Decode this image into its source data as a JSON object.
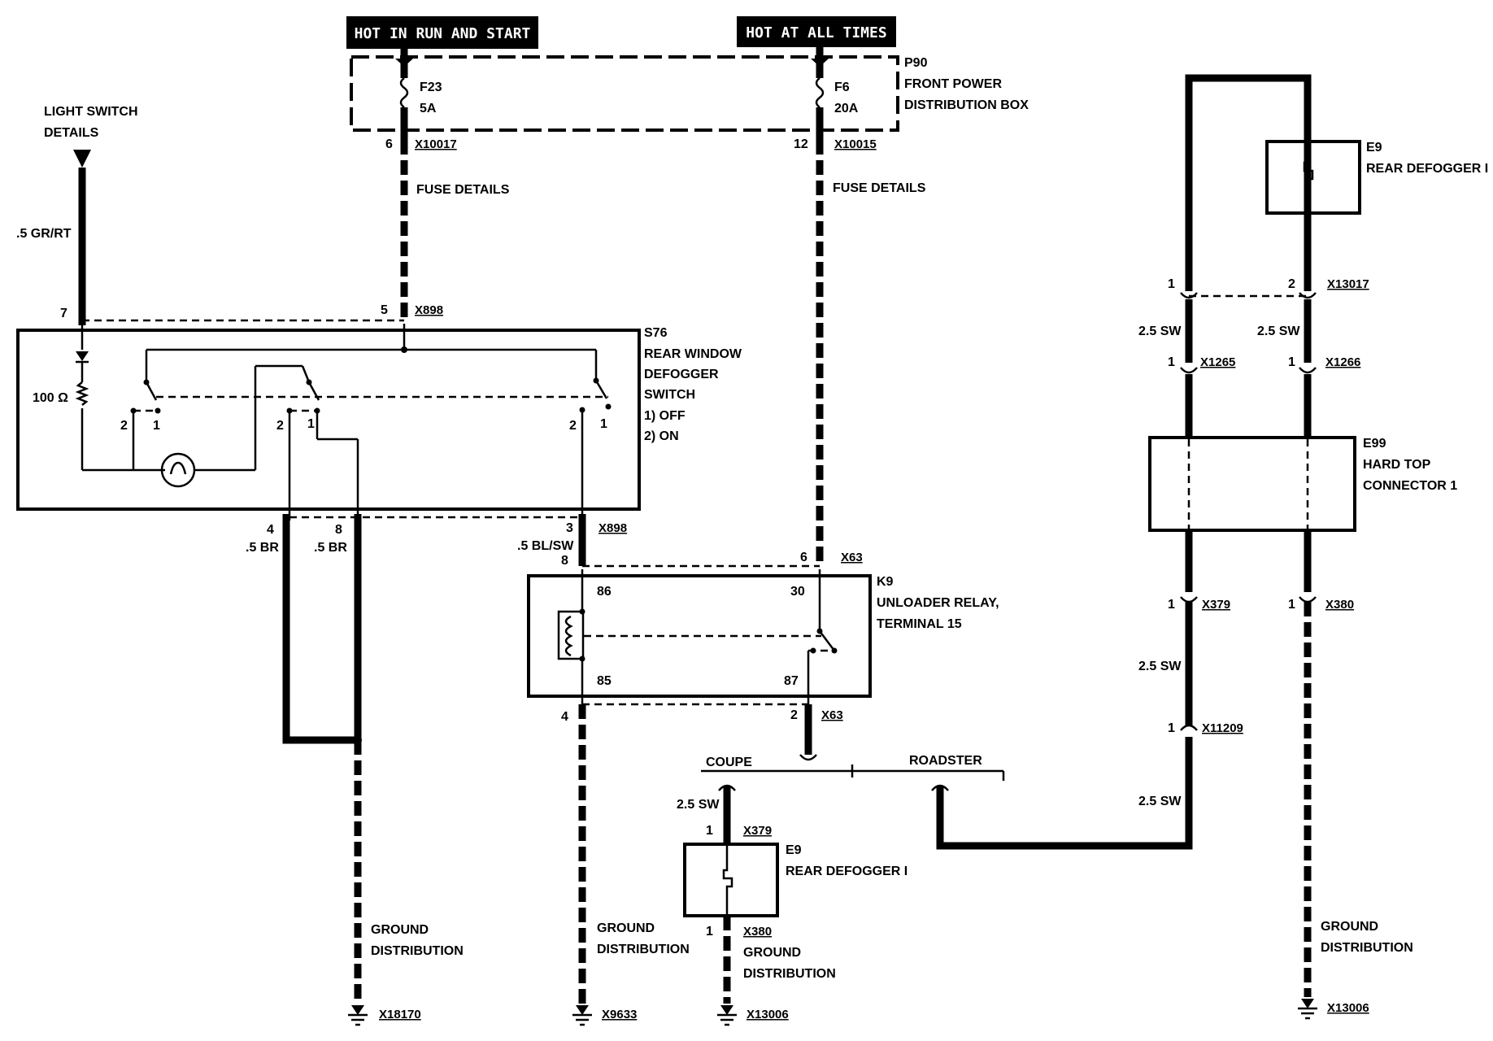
{
  "headers": {
    "hot_run_start": "HOT IN RUN AND START",
    "hot_all_times": "HOT AT ALL TIMES"
  },
  "p90": {
    "id": "P90",
    "line1": "FRONT POWER",
    "line2": "DISTRIBUTION BOX"
  },
  "fuses": {
    "f23": {
      "id": "F23",
      "rating": "5A",
      "pin": "6",
      "conn": "X10017",
      "details": "FUSE DETAILS"
    },
    "f6": {
      "id": "F6",
      "rating": "20A",
      "pin": "12",
      "conn": "X10015",
      "details": "FUSE DETAILS"
    }
  },
  "light_switch": {
    "line1": "LIGHT SWITCH",
    "line2": "DETAILS",
    "wire": ".5 GR/RT"
  },
  "s76": {
    "id": "S76",
    "line1": "REAR WINDOW",
    "line2": "DEFOGGER",
    "line3": "SWITCH",
    "opt1": "1)   OFF",
    "opt2": "2)   ON",
    "resistor": "100 Ω",
    "pin_top_left": "7",
    "pin_top_mid": "5",
    "conn_top": "X898",
    "contacts": {
      "a2": "2",
      "a1": "1",
      "b2": "2",
      "b1": "1",
      "c2": "2",
      "c1": "1"
    },
    "pin4": "4",
    "wire4": ".5 BR",
    "pin8": "8",
    "wire8": ".5 BR",
    "pin3": "3",
    "conn_bottom": "X898",
    "wire3": ".5 BL/SW"
  },
  "k9": {
    "id": "K9",
    "line1": "UNLOADER RELAY,",
    "line2": "TERMINAL 15",
    "pin_top_left": "8",
    "pin_top_right": "6",
    "conn_top": "X63",
    "t86": "86",
    "t30": "30",
    "t85": "85",
    "t87": "87",
    "pin_bottom_left": "4",
    "pin_bottom_right": "2",
    "conn_bottom": "X63"
  },
  "variants": {
    "coupe": "COUPE",
    "roadster": "ROADSTER"
  },
  "coupe_e9": {
    "wire": "2.5 SW",
    "pin_top": "1",
    "conn_top": "X379",
    "id": "E9",
    "name": "REAR DEFOGGER I",
    "pin_bottom": "1",
    "conn_bottom": "X380",
    "ground1": "GROUND",
    "ground2": "DISTRIBUTION",
    "ground_conn": "X13006"
  },
  "grounds": {
    "g1": {
      "line1": "GROUND",
      "line2": "DISTRIBUTION",
      "conn": "X18170"
    },
    "g2": {
      "line1": "GROUND",
      "line2": "DISTRIBUTION",
      "conn": "X9633"
    },
    "g4": {
      "line1": "GROUND",
      "line2": "DISTRIBUTION",
      "conn": "X13006"
    }
  },
  "roadster": {
    "e9_id": "E9",
    "e9_name": "REAR DEFOGGER I",
    "pin1": "1",
    "pin2": "2",
    "conn_x13017": "X13017",
    "wire_l": "2.5 SW",
    "wire_r": "2.5 SW",
    "pin_x1265": "1",
    "conn_x1265": "X1265",
    "pin_x1266": "1",
    "conn_x1266": "X1266",
    "e99_id": "E99",
    "e99_line1": "HARD TOP",
    "e99_line2": "CONNECTOR 1",
    "pin_x379": "1",
    "conn_x379": "X379",
    "pin_x380": "1",
    "conn_x380": "X380",
    "wire_mid": "2.5 SW",
    "pin_x11209": "1",
    "conn_x11209": "X11209",
    "wire_low": "2.5 SW"
  }
}
